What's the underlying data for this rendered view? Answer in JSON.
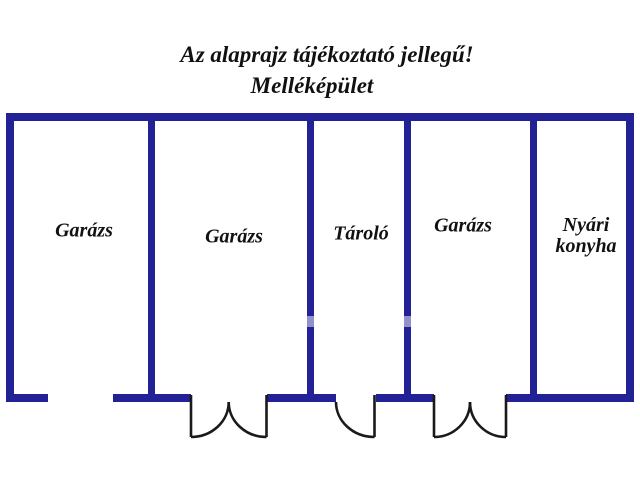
{
  "page": {
    "background": "#ffffff"
  },
  "header": {
    "disclaimer": "Az alaprajz tájékoztató jellegű!",
    "building_title": "Melléképület",
    "text_color": "#111111"
  },
  "floorplan": {
    "wall_color": "#222296",
    "door_color": "#1a1a1a",
    "rooms": [
      {
        "label": "Garázs"
      },
      {
        "label": "Garázs"
      },
      {
        "label": "Tároló"
      },
      {
        "label": "Garázs"
      },
      {
        "label": "Nyári konyha"
      }
    ],
    "doors": [
      {
        "type": "double-door"
      },
      {
        "type": "single-door"
      },
      {
        "type": "double-door"
      }
    ],
    "openings": [
      {
        "type": "open-gap"
      }
    ]
  }
}
